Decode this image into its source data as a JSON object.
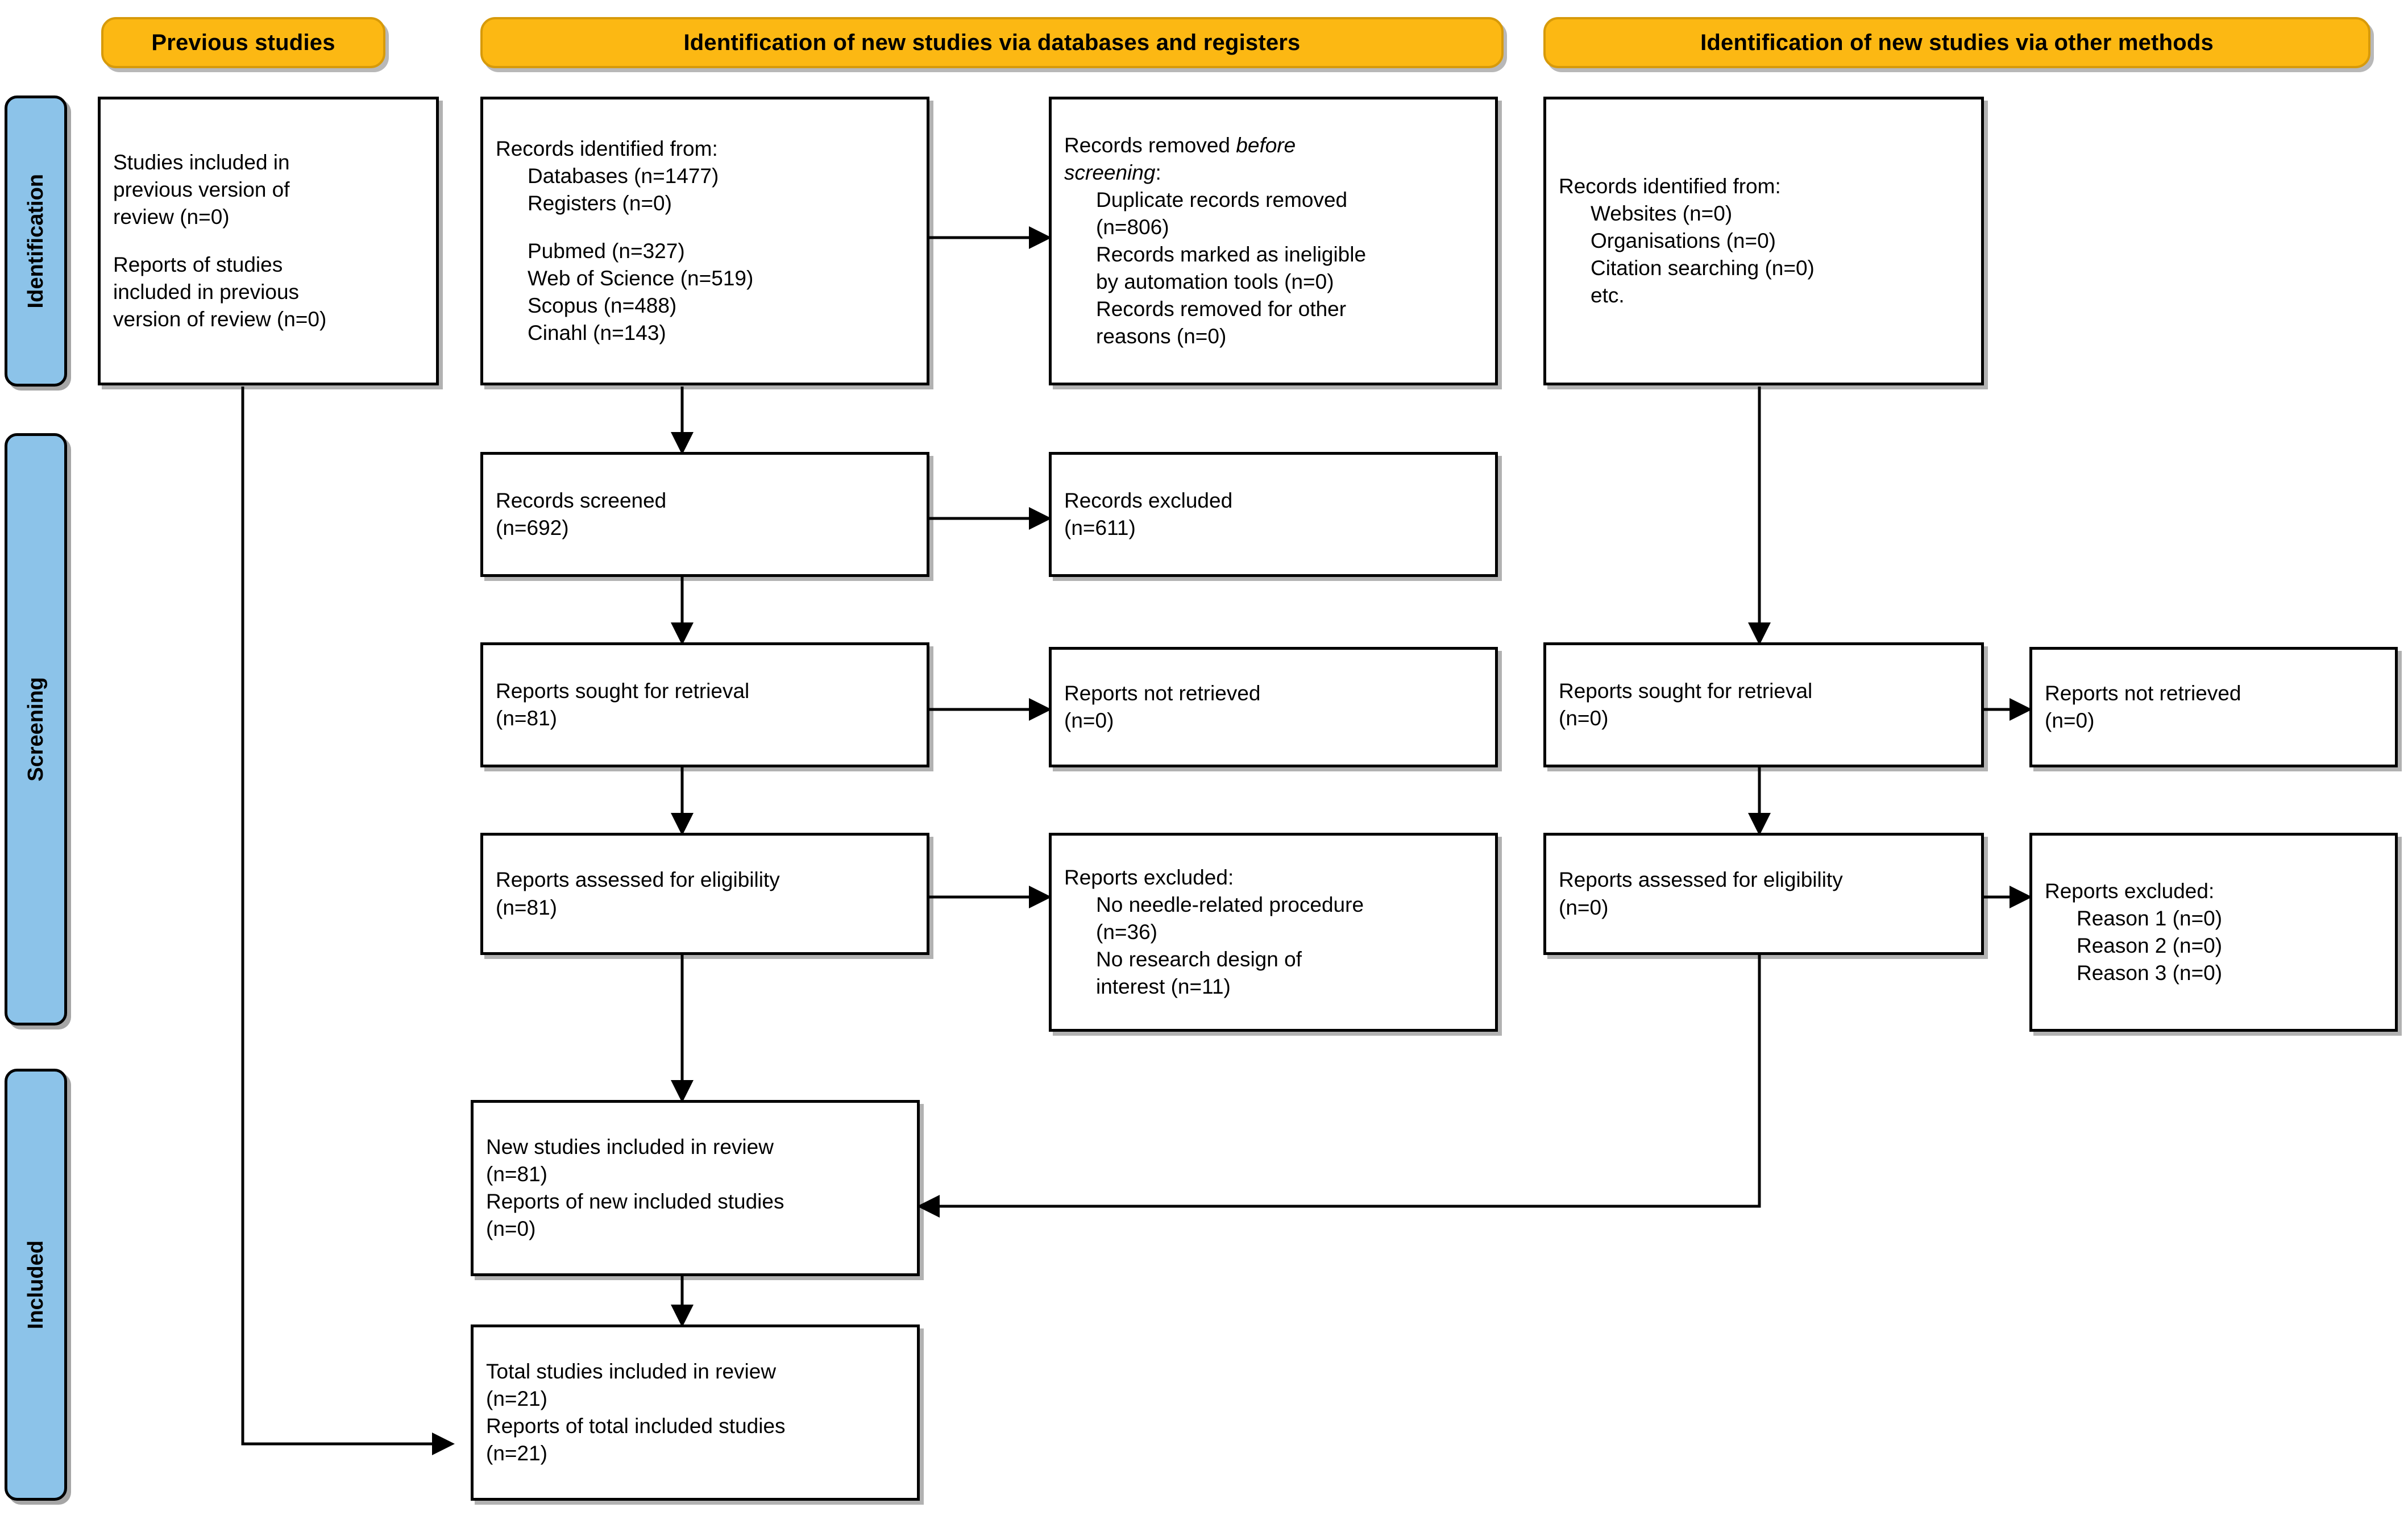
{
  "colors": {
    "header_fill": "#FCB813",
    "header_border": "#D79A0A",
    "stage_fill": "#8CC3E9",
    "box_border": "#000000",
    "page_background": "#FFFFFF"
  },
  "headers": {
    "previous": "Previous studies",
    "databases": "Identification of new studies via databases and registers",
    "other": "Identification of new studies via other methods"
  },
  "stages": {
    "identification": "Identification",
    "screening": "Screening",
    "included": "Included"
  },
  "nodes": {
    "previous_studies": {
      "l1": "Studies included in",
      "l2": "previous version of",
      "l3": "review (n=0)",
      "l4": "Reports of studies",
      "l5": "included in previous",
      "l6": "version of review (n=0)"
    },
    "records_identified": {
      "l1": "Records identified from:",
      "l2": "Databases (n=1477)",
      "l3": "Registers (n=0)",
      "l4": "Pubmed (n=327)",
      "l5": "Web of Science (n=519)",
      "l6": "Scopus (n=488)",
      "l7": "Cinahl (n=143)"
    },
    "records_removed": {
      "l1a": "Records removed ",
      "l1b": "before",
      "l2a": "screening",
      "l2b": ":",
      "l3": "Duplicate records removed",
      "l4": "(n=806)",
      "l5": "Records marked as ineligible",
      "l6": "by automation tools (n=0)",
      "l7": "Records removed for other",
      "l8": "reasons (n=0)"
    },
    "other_identified": {
      "l1": "Records identified from:",
      "l2": "Websites (n=0)",
      "l3": "Organisations (n=0)",
      "l4": "Citation searching (n=0)",
      "l5": "etc."
    },
    "records_screened": {
      "l1": "Records screened",
      "l2": "(n=692)"
    },
    "records_excluded": {
      "l1": "Records excluded",
      "l2": "(n=611)"
    },
    "reports_sought_db": {
      "l1": "Reports sought for retrieval",
      "l2": "(n=81)"
    },
    "reports_not_retrieved_db": {
      "l1": "Reports not retrieved",
      "l2": "(n=0)"
    },
    "reports_assessed_db": {
      "l1": "Reports assessed for eligibility",
      "l2": "(n=81)"
    },
    "reports_excluded_db": {
      "l1": "Reports excluded:",
      "l2": "No needle-related procedure",
      "l3": "(n=36)",
      "l4": "No research design of",
      "l5": "interest (n=11)"
    },
    "reports_sought_other": {
      "l1": "Reports sought for retrieval",
      "l2": "(n=0)"
    },
    "reports_not_retrieved_other": {
      "l1": "Reports not retrieved",
      "l2": "(n=0)"
    },
    "reports_assessed_other": {
      "l1": "Reports assessed for eligibility",
      "l2": "(n=0)"
    },
    "reports_excluded_other": {
      "l1": "Reports excluded:",
      "l2": "Reason 1 (n=0)",
      "l3": "Reason 2 (n=0)",
      "l4": "Reason 3 (n=0)"
    },
    "new_studies_included": {
      "l1": "New studies included in review",
      "l2": "(n=81)",
      "l3": "Reports of new included studies",
      "l4": "(n=0)"
    },
    "total_studies_included": {
      "l1": "Total studies included in review",
      "l2": "(n=21)",
      "l3": "Reports of total included studies",
      "l4": "(n=21)"
    }
  }
}
